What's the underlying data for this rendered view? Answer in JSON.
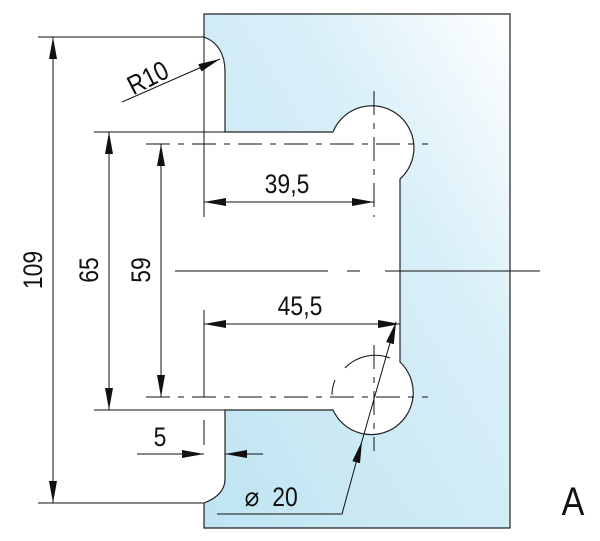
{
  "drawing": {
    "view_label": "A",
    "dimensions": {
      "total_height": "109",
      "notch_height": "65",
      "hole_spacing": "59",
      "top_hole_offset": "39,5",
      "bottom_hole_offset": "45,5",
      "edge_offset": "5",
      "corner_radius": "R10",
      "hole_diameter": "20",
      "diameter_symbol": "⌀"
    },
    "colors": {
      "glass_light": "#f2fafd",
      "glass": "#bfe4f2",
      "line": "#111111"
    }
  }
}
